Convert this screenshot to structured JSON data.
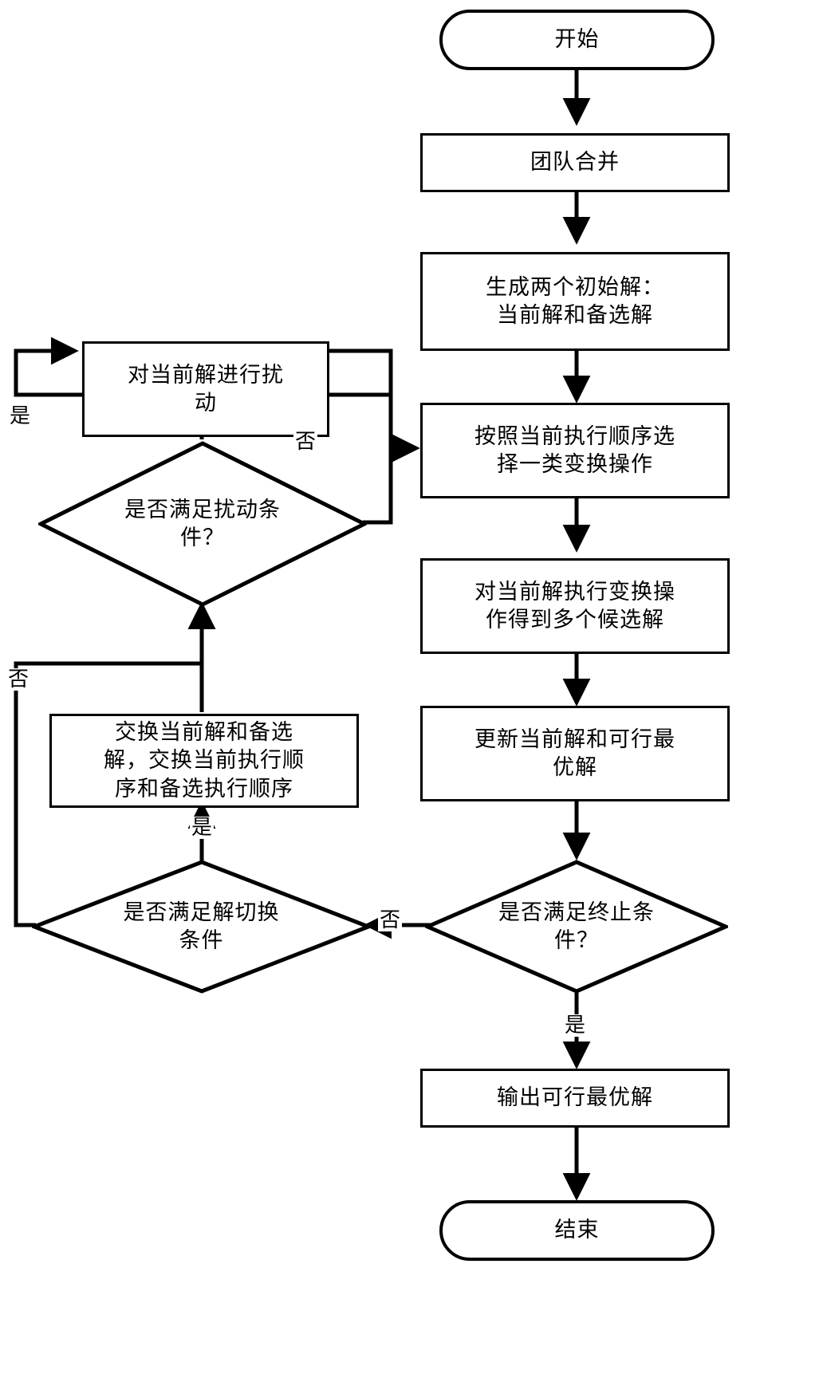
{
  "diagram": {
    "title": "算法流程图",
    "language": "zh-CN",
    "stroke_color": "#000000",
    "background_color": "#ffffff"
  },
  "nodes": {
    "start": {
      "label": "开始",
      "shape": "terminator"
    },
    "team_merge": {
      "label": "团队合并",
      "shape": "process"
    },
    "init_sol": {
      "label": "生成两个初始解：\n当前解和备选解",
      "shape": "process"
    },
    "select_op": {
      "label": "按照当前执行顺序选\n择一类变换操作",
      "shape": "process"
    },
    "apply_op": {
      "label": "对当前解执行变换操\n作得到多个候选解",
      "shape": "process"
    },
    "update_sol": {
      "label": "更新当前解和可行最\n优解",
      "shape": "process"
    },
    "term_cond": {
      "label": "是否满足终止条\n件？",
      "shape": "decision"
    },
    "output_sol": {
      "label": "输出可行最优解",
      "shape": "process"
    },
    "end": {
      "label": "结束",
      "shape": "terminator"
    },
    "switch_cond": {
      "label": "是否满足解切换\n条件",
      "shape": "decision"
    },
    "swap_sol": {
      "label": "交换当前解和备选\n解，交换当前执行顺\n序和备选执行顺序",
      "shape": "process"
    },
    "perturb_cond": {
      "label": "是否满足扰动条\n件？",
      "shape": "decision"
    },
    "perturb": {
      "label": "对当前解进行扰\n动",
      "shape": "process"
    }
  },
  "edge_labels": {
    "perturb_yes": "是",
    "perturb_no": "否",
    "switch_yes": "是",
    "switch_no": "否",
    "term_yes": "是",
    "term_no": "否"
  }
}
